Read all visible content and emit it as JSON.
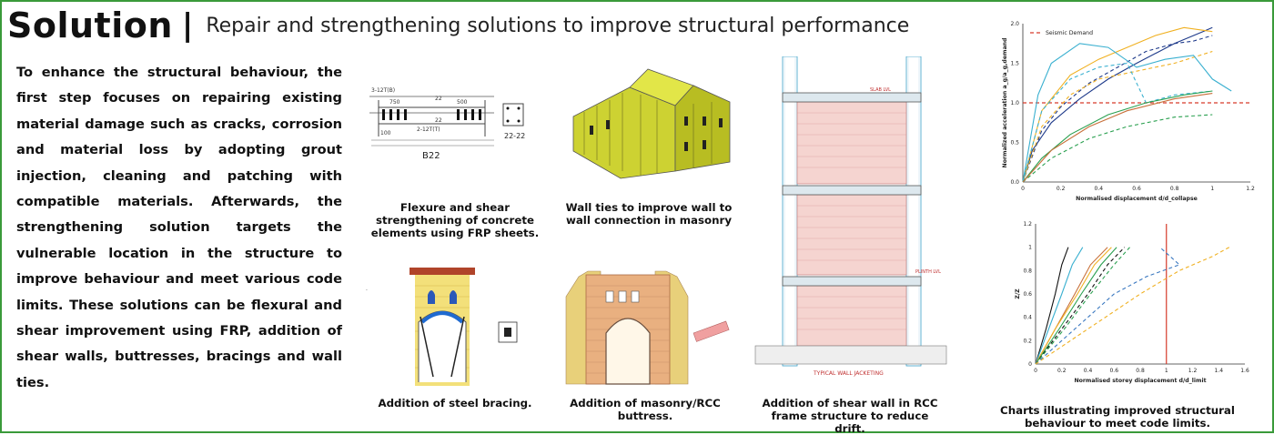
{
  "header": {
    "title": "Solution",
    "separator": "|",
    "subtitle": "Repair and strengthening solutions to improve structural performance"
  },
  "intro": "To enhance the structural behaviour, the first step focuses on repairing existing material damage such as cracks, corrosion and material loss by adopting grout injection, cleaning and patching with compatible materials. Afterwards, the strengthening solution targets the vulnerable location in the structure to improve behaviour and meet various code limits. These solutions can be flexural and shear improvement using FRP, addition of shear walls, buttresses, bracings and wall ties.",
  "captions": {
    "frp": "Flexure and shear strengthening of concrete elements using FRP sheets.",
    "wall_ties": "Wall ties to improve wall to wall connection in masonry",
    "steel_bracing": "Addition of steel bracing.",
    "buttress": "Addition of masonry/RCC buttress.",
    "shear_wall": "Addition of shear wall in RCC frame structure to reduce drift.",
    "charts": "Charts illustrating improved structural behaviour to meet code limits."
  },
  "frp_drawing": {
    "beam_label": "B22",
    "section_label": "22-22",
    "marks": [
      "3-12T(B)",
      "750",
      "500",
      "22",
      "22",
      "2-12T(T)",
      "100"
    ]
  },
  "shear_wall_drawing": {
    "labels": [
      "SLAB LVL",
      "PLINTH LVL",
      "TYPICAL WALL JACKETING"
    ]
  },
  "chart_data": [
    {
      "type": "line",
      "ylabel": "Normalized acceleration a_g/a_g,demand",
      "xlabel": "Normalised displacement d/d_collapse",
      "xlim": [
        0,
        1.2
      ],
      "ylim": [
        0,
        2.0
      ],
      "xticks": [
        "0",
        "0.2",
        "0.4",
        "0.6",
        "0.8",
        "1",
        "1.2"
      ],
      "yticks": [
        "0.0",
        "0.5",
        "1.0",
        "1.5",
        "2.0"
      ],
      "legend": [
        "Seismic Demand"
      ],
      "reference_line": {
        "name": "Seismic Demand",
        "y": 1.0,
        "color": "#d63a2a"
      },
      "series": [
        {
          "color": "#1e3a8a",
          "dashed": false,
          "x": [
            0,
            0.05,
            0.15,
            0.3,
            0.45,
            0.6,
            0.8,
            0.95,
            1.0
          ],
          "y": [
            0,
            0.4,
            0.75,
            1.05,
            1.3,
            1.5,
            1.75,
            1.9,
            1.95
          ]
        },
        {
          "color": "#1e3a8a",
          "dashed": true,
          "x": [
            0,
            0.1,
            0.2,
            0.35,
            0.5,
            0.65,
            0.8,
            0.9,
            1.0
          ],
          "y": [
            0,
            0.65,
            0.95,
            1.25,
            1.45,
            1.65,
            1.75,
            1.78,
            1.85
          ]
        },
        {
          "color": "#f0b020",
          "dashed": false,
          "x": [
            0,
            0.1,
            0.25,
            0.4,
            0.55,
            0.7,
            0.85,
            1.0
          ],
          "y": [
            0,
            0.9,
            1.35,
            1.55,
            1.7,
            1.85,
            1.95,
            1.9
          ]
        },
        {
          "color": "#f0b020",
          "dashed": true,
          "x": [
            0,
            0.1,
            0.25,
            0.4,
            0.6,
            0.8,
            1.0
          ],
          "y": [
            0,
            0.7,
            1.1,
            1.3,
            1.4,
            1.5,
            1.65
          ]
        },
        {
          "color": "#3ab0d0",
          "dashed": false,
          "x": [
            0,
            0.08,
            0.15,
            0.3,
            0.45,
            0.6,
            0.75,
            0.9,
            1.0,
            1.1
          ],
          "y": [
            0,
            1.1,
            1.5,
            1.75,
            1.7,
            1.45,
            1.55,
            1.6,
            1.3,
            1.15
          ]
        },
        {
          "color": "#3ab0d0",
          "dashed": true,
          "x": [
            0,
            0.1,
            0.25,
            0.4,
            0.55,
            0.65,
            0.8,
            1.0
          ],
          "y": [
            0,
            0.9,
            1.3,
            1.45,
            1.5,
            1.0,
            1.1,
            1.15
          ]
        },
        {
          "color": "#2aa050",
          "dashed": false,
          "x": [
            0,
            0.1,
            0.25,
            0.45,
            0.65,
            0.85,
            1.0
          ],
          "y": [
            0,
            0.3,
            0.6,
            0.85,
            1.0,
            1.1,
            1.15
          ]
        },
        {
          "color": "#2aa050",
          "dashed": true,
          "x": [
            0,
            0.15,
            0.35,
            0.55,
            0.8,
            1.0
          ],
          "y": [
            0,
            0.3,
            0.55,
            0.7,
            0.82,
            0.85
          ]
        },
        {
          "color": "#c8703a",
          "dashed": false,
          "x": [
            0,
            0.15,
            0.35,
            0.55,
            0.8,
            1.0
          ],
          "y": [
            0,
            0.4,
            0.7,
            0.9,
            1.05,
            1.12
          ]
        }
      ]
    },
    {
      "type": "line",
      "xlabel": "Normalised storey displacement d/d_limit",
      "ylabel": "Z/Z",
      "xlim": [
        0,
        1.6
      ],
      "ylim": [
        0,
        1.2
      ],
      "xticks": [
        "0",
        "0.2",
        "0.4",
        "0.6",
        "0.8",
        "1",
        "1.2",
        "1.4",
        "1.6"
      ],
      "yticks": [
        "0",
        "0.2",
        "0.4",
        "0.6",
        "0.8",
        "1",
        "1.2"
      ],
      "reference_line": {
        "x": 1.0,
        "color": "#d63a2a"
      },
      "series": [
        {
          "color": "#111111",
          "dashed": false,
          "x": [
            0,
            0.08,
            0.15,
            0.2,
            0.25
          ],
          "y": [
            0,
            0.3,
            0.6,
            0.85,
            1.0
          ]
        },
        {
          "color": "#3ab0d0",
          "dashed": false,
          "x": [
            0,
            0.1,
            0.2,
            0.28,
            0.36
          ],
          "y": [
            0,
            0.3,
            0.6,
            0.85,
            1.0
          ]
        },
        {
          "color": "#c8703a",
          "dashed": false,
          "x": [
            0,
            0.15,
            0.3,
            0.42,
            0.55
          ],
          "y": [
            0,
            0.3,
            0.6,
            0.85,
            1.0
          ]
        },
        {
          "color": "#f0b020",
          "dashed": false,
          "x": [
            0,
            0.15,
            0.32,
            0.45,
            0.58
          ],
          "y": [
            0,
            0.3,
            0.6,
            0.85,
            1.0
          ]
        },
        {
          "color": "#2aa050",
          "dashed": false,
          "x": [
            0,
            0.18,
            0.35,
            0.5,
            0.62
          ],
          "y": [
            0,
            0.3,
            0.6,
            0.85,
            1.0
          ]
        },
        {
          "color": "#111111",
          "dashed": true,
          "x": [
            0,
            0.2,
            0.4,
            0.55,
            0.68
          ],
          "y": [
            0,
            0.3,
            0.6,
            0.85,
            1.0
          ]
        },
        {
          "color": "#2aa050",
          "dashed": true,
          "x": [
            0,
            0.22,
            0.42,
            0.6,
            0.72
          ],
          "y": [
            0,
            0.3,
            0.6,
            0.85,
            1.0
          ]
        },
        {
          "color": "#3a78c0",
          "dashed": true,
          "x": [
            0,
            0.3,
            0.6,
            0.85,
            1.1,
            0.95
          ],
          "y": [
            0,
            0.3,
            0.6,
            0.75,
            0.85,
            1.0
          ]
        },
        {
          "color": "#f0b020",
          "dashed": true,
          "x": [
            0,
            0.4,
            0.8,
            1.1,
            1.35,
            1.48
          ],
          "y": [
            0,
            0.3,
            0.6,
            0.8,
            0.92,
            1.0
          ]
        }
      ]
    }
  ]
}
